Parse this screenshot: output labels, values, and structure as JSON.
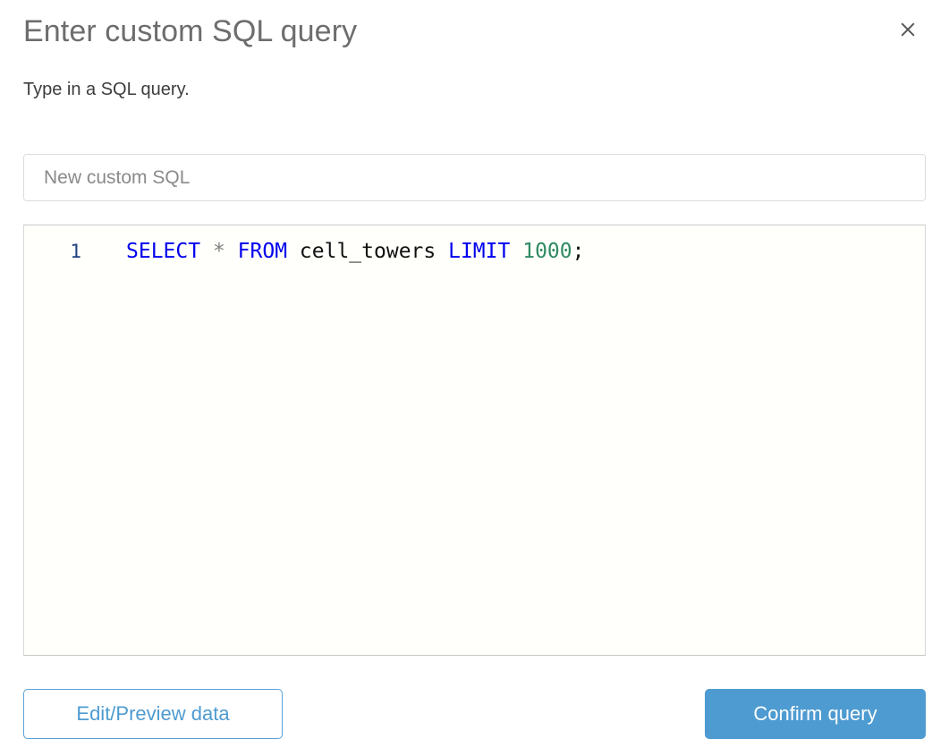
{
  "dialog": {
    "title": "Enter custom SQL query",
    "subtitle": "Type in a SQL query.",
    "close_icon": "close-icon"
  },
  "name_input": {
    "value": "New custom SQL",
    "placeholder": "New custom SQL"
  },
  "editor": {
    "line_number": "1",
    "query_text": "SELECT * FROM cell_towers LIMIT 1000;",
    "tokens": {
      "select": "SELECT",
      "space1": " ",
      "star": "*",
      "space2": " ",
      "from": "FROM",
      "space3": " ",
      "table": "cell_towers",
      "space4": " ",
      "limit": "LIMIT",
      "space5": " ",
      "number": "1000",
      "semicolon": ";"
    }
  },
  "footer": {
    "edit_preview_label": "Edit/Preview data",
    "confirm_label": "Confirm query"
  },
  "colors": {
    "accent": "#4e9bd1",
    "accent_border": "#5aa0d6",
    "keyword": "#0000ee",
    "number": "#2e8b62",
    "operator": "#808080",
    "identifier": "#111111",
    "gutter": "#1f3f80",
    "title": "#6d6d6d",
    "subtitle": "#3d3d3d",
    "editor_background": "#fffffb"
  }
}
